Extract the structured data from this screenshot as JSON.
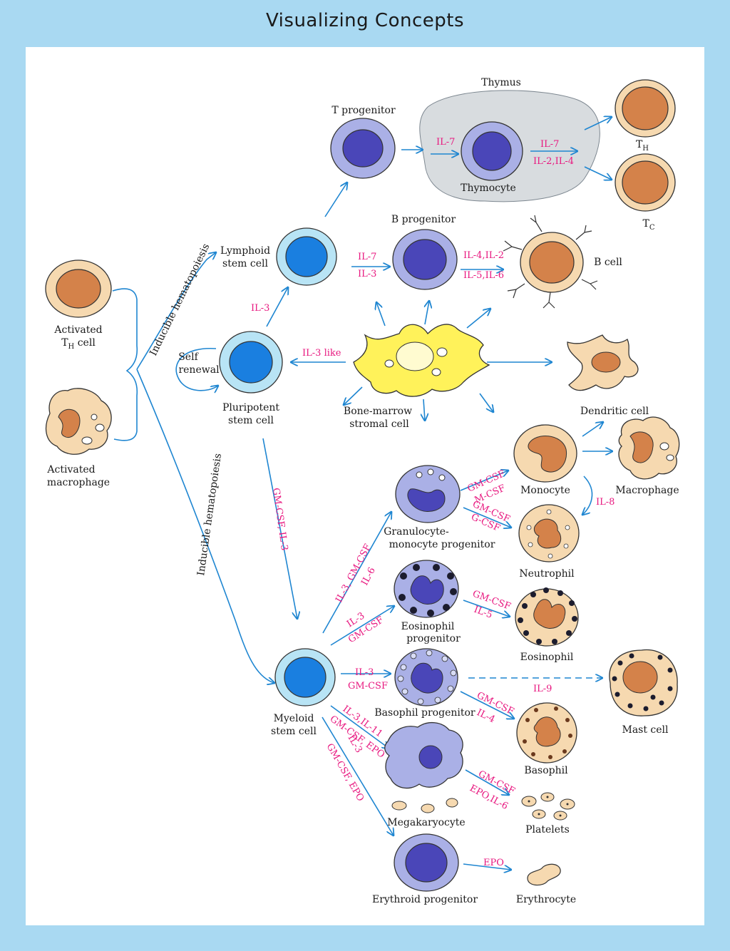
{
  "header": {
    "title": "Visualizing Concepts"
  },
  "colors": {
    "arrow": "#1f86d1",
    "cytokine": "#e8177f",
    "stem": "#1a7fe0",
    "progenitor": "#4a46b8",
    "mature": "#d4824a",
    "stromal": "#fff25a",
    "thymus": "#d8dcdf"
  },
  "labels": {
    "thymus": "Thymus",
    "t_progenitor": "T progenitor",
    "thymocyte": "Thymocyte",
    "th": "T",
    "th_sub": "H",
    "tc": "T",
    "tc_sub": "C",
    "b_progenitor": "B progenitor",
    "b_cell": "B cell",
    "lymphoid_l1": "Lymphoid",
    "lymphoid_l2": "stem cell",
    "activated_th_l1": "Activated",
    "activated_th_l2a": "T",
    "activated_th_sub": "H",
    "activated_th_l2b": " cell",
    "activated_mac_l1": "Activated",
    "activated_mac_l2": "macrophage",
    "self_l1": "Self",
    "self_l2": "renewal",
    "pluri_l1": "Pluripotent",
    "pluri_l2": "stem cell",
    "stromal_l1": "Bone-marrow",
    "stromal_l2": "stromal cell",
    "dendritic": "Dendritic cell",
    "monocyte": "Monocyte",
    "macrophage": "Macrophage",
    "neutrophil": "Neutrophil",
    "gm_prog_l1": "Granulocyte-",
    "gm_prog_l2": "monocyte progenitor",
    "eos_prog_l1": "Eosinophil",
    "eos_prog_l2": "progenitor",
    "eosinophil": "Eosinophil",
    "mast": "Mast cell",
    "baso_prog": "Basophil progenitor",
    "basophil": "Basophil",
    "myeloid_l1": "Myeloid",
    "myeloid_l2": "stem cell",
    "megakaryocyte": "Megakaryocyte",
    "platelets": "Platelets",
    "erythroid_prog": "Erythroid progenitor",
    "erythrocyte": "Erythrocyte",
    "inducible_upper": "Inducible hematopoiesis",
    "inducible_lower": "Inducible hematopoiesis"
  },
  "cytokines": {
    "il7_thymus": "IL-7",
    "il7_out": "IL-7",
    "il2_il4": "IL-2,IL-4",
    "il7_b": "IL-7",
    "il3_b": "IL-3",
    "il4_il2": "IL-4,IL-2",
    "il5_il6": "IL-5,IL-6",
    "il3_lymph": "IL-3",
    "il3_like": "IL-3 like",
    "gmcsf_il3": "GM-CSF, IL-3",
    "gmcsf_mono": "GM-CSF",
    "mcsf": "M-CSF",
    "gmcsf_neut": "GM-CSF",
    "gcsf": "G-CSF",
    "il8": "IL-8",
    "il3_gmcsf_il6_a": "IL-3, GM-CSF",
    "il3_gmcsf_il6_b": "IL-6",
    "il3_eos": "IL-3",
    "gmcsf_eos": "GM-CSF",
    "gmcsf_eos2": "GM-CSF",
    "il5": "IL-5",
    "il3_baso": "IL-3",
    "gmcsf_baso": "GM-CSF",
    "il9": "IL-9",
    "gmcsf_baso2": "GM-CSF",
    "il4_baso": "IL-4",
    "il3_il11": "IL-3,IL-11",
    "gmcsf_epo": "GM-CSF, EPO",
    "gmcsf_plt": "GM-CSF",
    "epo_il6": "EPO,IL-6",
    "il3_ery": "IL-3",
    "gmcsf_epo_ery": "GM-CSF, EPO",
    "epo": "EPO"
  }
}
